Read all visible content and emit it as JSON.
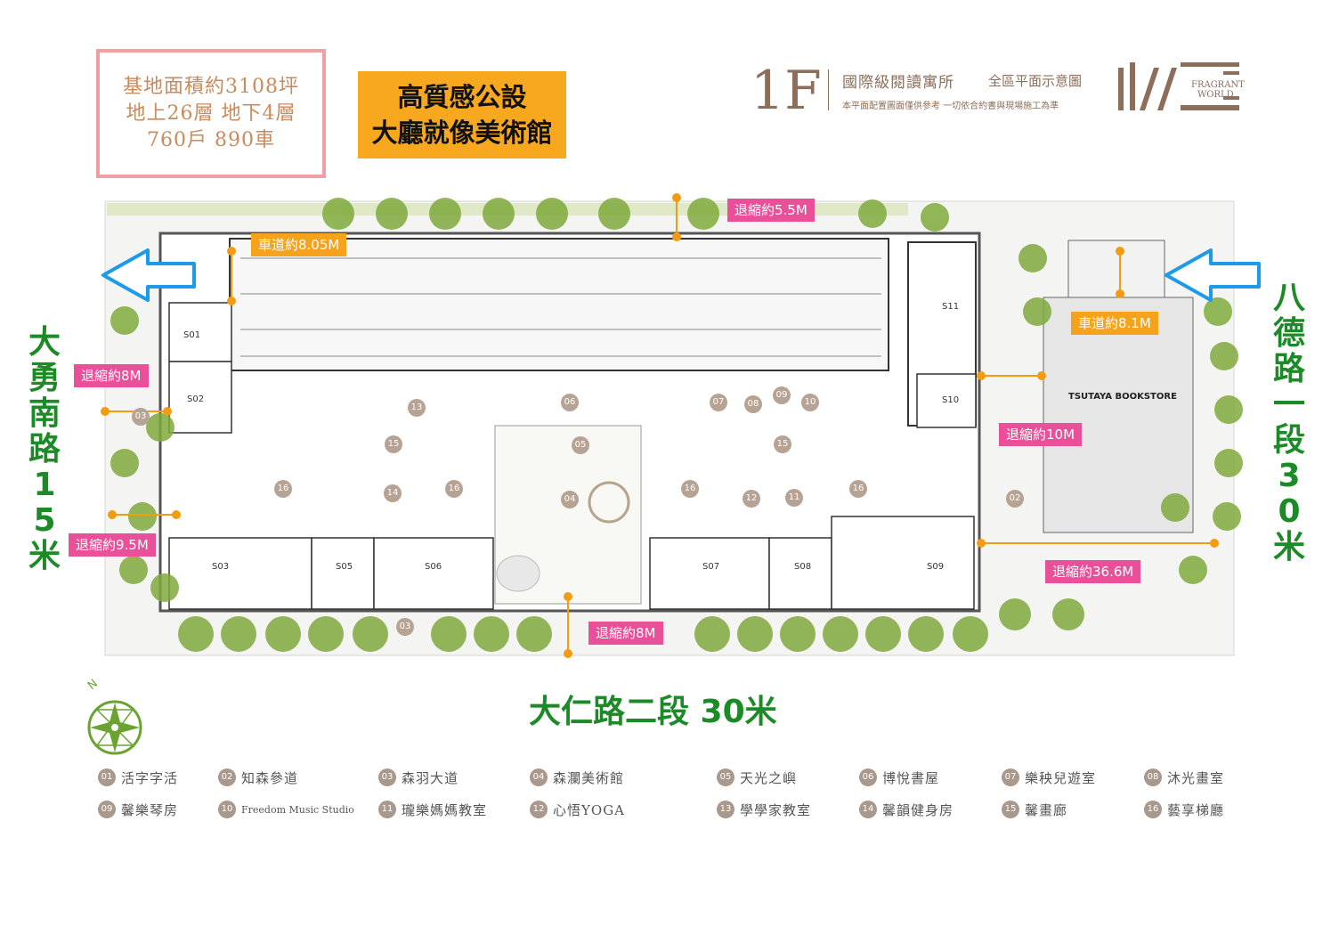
{
  "info_box": {
    "lines": [
      "基地面積約3108坪",
      "地上26層 地下4層",
      "760戶 890車"
    ]
  },
  "headline": {
    "line1": "高質感公設",
    "line2": "大廳就像美術館"
  },
  "title": {
    "floor": "1F",
    "main": "國際級閱讀寓所",
    "sub": "全區平面示意圖",
    "note": "本平面配置圖面僅供參考 一切依合約書與現場施工為準"
  },
  "logo": {
    "line1": "FRAGRANT",
    "line2": "WORLD"
  },
  "streets": {
    "left": "大勇南路 15米",
    "right": "八德路一段 30米",
    "bottom": "大仁路二段  30米"
  },
  "callouts": {
    "setback_top": "退縮約5.5M",
    "ramp_left": "車道約8.05M",
    "ramp_right": "車道約8.1M",
    "setback_left_8": "退縮約8M",
    "setback_left_95": "退縮約9.5M",
    "setback_right_10": "退縮約10M",
    "setback_right_366": "退縮約36.6M",
    "setback_bottom": "退縮約8M"
  },
  "bookstore": "TSUTAYA BOOKSTORE",
  "units": [
    "S01",
    "S02",
    "S03",
    "S05",
    "S06",
    "S07",
    "S08",
    "S09",
    "S10",
    "S11"
  ],
  "markers": [
    "03",
    "13",
    "06",
    "07",
    "08",
    "09",
    "10",
    "15",
    "05",
    "15",
    "16",
    "14",
    "16",
    "04",
    "16",
    "12",
    "11",
    "16",
    "02",
    "03"
  ],
  "legend": [
    {
      "num": "01",
      "label": "活字字活"
    },
    {
      "num": "02",
      "label": "知森參道"
    },
    {
      "num": "03",
      "label": "森羽大道"
    },
    {
      "num": "04",
      "label": "森瀾美術館"
    },
    {
      "num": "05",
      "label": "天光之嶼"
    },
    {
      "num": "06",
      "label": "博悅書屋"
    },
    {
      "num": "07",
      "label": "樂秧兒遊室"
    },
    {
      "num": "08",
      "label": "沐光畫室"
    },
    {
      "num": "09",
      "label": "馨樂琴房"
    },
    {
      "num": "10",
      "label": "Freedom Music Studio"
    },
    {
      "num": "11",
      "label": "瓏樂媽媽教室"
    },
    {
      "num": "12",
      "label": "心悟YOGA"
    },
    {
      "num": "13",
      "label": "學學家教室"
    },
    {
      "num": "14",
      "label": "馨韻健身房"
    },
    {
      "num": "15",
      "label": "馨畫廊"
    },
    {
      "num": "16",
      "label": "藝享梯廳"
    }
  ],
  "colors": {
    "street": "#1d8a28",
    "pink": "#ea4f9a",
    "orange": "#f5a21c",
    "arrow": "#1e9be8",
    "brown": "#8c6e5a"
  }
}
